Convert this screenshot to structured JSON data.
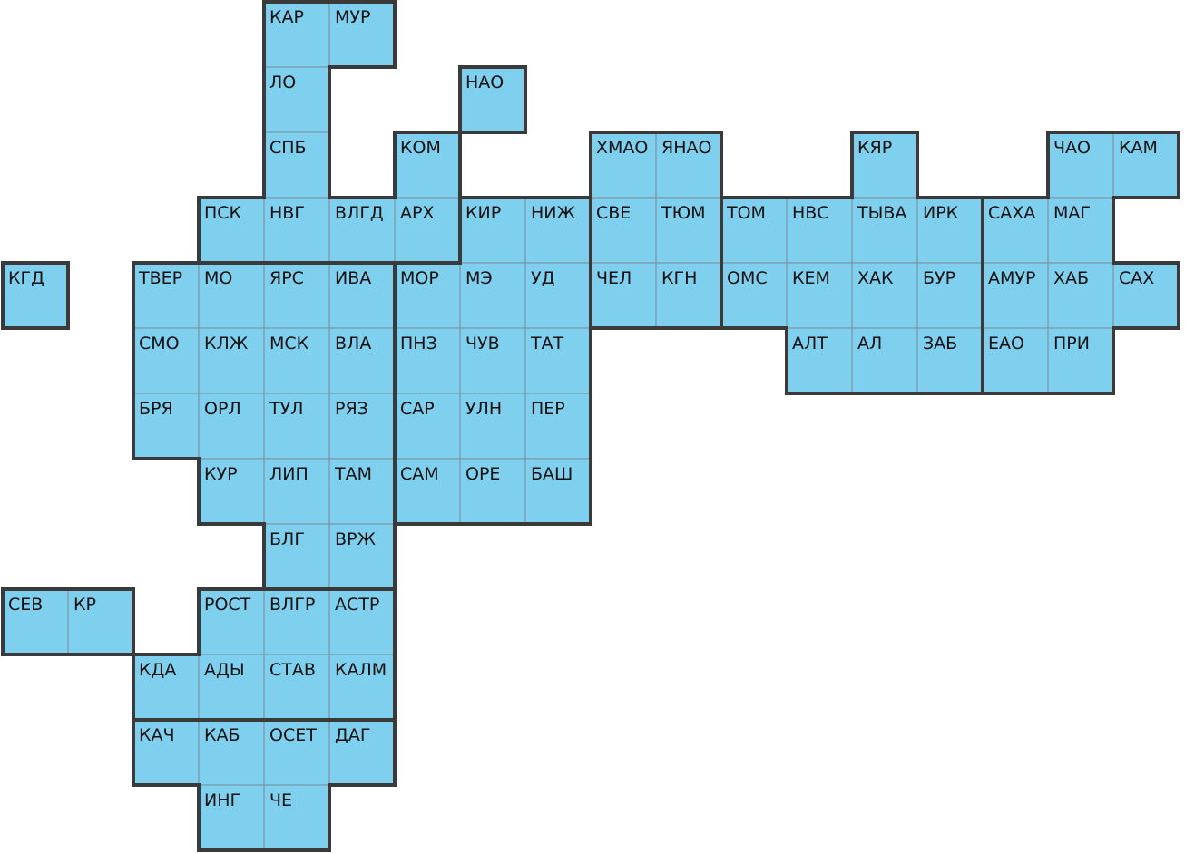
{
  "colors": {
    "cell_fill": "#7fcfee",
    "border": "#3a3a3a",
    "background": "#ffffff"
  },
  "regions": [
    {
      "code": "КАР",
      "col": 4,
      "row": 0,
      "group": "nw"
    },
    {
      "code": "МУР",
      "col": 5,
      "row": 0,
      "group": "nw"
    },
    {
      "code": "ЛО",
      "col": 4,
      "row": 1,
      "group": "nw"
    },
    {
      "code": "НАО",
      "col": 7,
      "row": 1,
      "group": "nw"
    },
    {
      "code": "СПБ",
      "col": 4,
      "row": 2,
      "group": "nw"
    },
    {
      "code": "КОМ",
      "col": 6,
      "row": 2,
      "group": "nw"
    },
    {
      "code": "ХМАО",
      "col": 9,
      "row": 2,
      "group": "ural"
    },
    {
      "code": "ЯНАО",
      "col": 10,
      "row": 2,
      "group": "ural"
    },
    {
      "code": "КЯР",
      "col": 13,
      "row": 2,
      "group": "sib"
    },
    {
      "code": "ЧАО",
      "col": 16,
      "row": 2,
      "group": "fe"
    },
    {
      "code": "КАМ",
      "col": 17,
      "row": 2,
      "group": "fe"
    },
    {
      "code": "ПСК",
      "col": 3,
      "row": 3,
      "group": "nw"
    },
    {
      "code": "НВГ",
      "col": 4,
      "row": 3,
      "group": "nw"
    },
    {
      "code": "ВЛГД",
      "col": 5,
      "row": 3,
      "group": "nw"
    },
    {
      "code": "АРХ",
      "col": 6,
      "row": 3,
      "group": "nw"
    },
    {
      "code": "КИР",
      "col": 7,
      "row": 3,
      "group": "volga"
    },
    {
      "code": "НИЖ",
      "col": 8,
      "row": 3,
      "group": "volga"
    },
    {
      "code": "СВЕ",
      "col": 9,
      "row": 3,
      "group": "ural"
    },
    {
      "code": "ТЮМ",
      "col": 10,
      "row": 3,
      "group": "ural"
    },
    {
      "code": "ТОМ",
      "col": 11,
      "row": 3,
      "group": "sib"
    },
    {
      "code": "НВС",
      "col": 12,
      "row": 3,
      "group": "sib"
    },
    {
      "code": "ТЫВА",
      "col": 13,
      "row": 3,
      "group": "sib"
    },
    {
      "code": "ИРК",
      "col": 14,
      "row": 3,
      "group": "sib"
    },
    {
      "code": "САХА",
      "col": 15,
      "row": 3,
      "group": "fe"
    },
    {
      "code": "МАГ",
      "col": 16,
      "row": 3,
      "group": "fe"
    },
    {
      "code": "КГД",
      "col": 0,
      "row": 4,
      "group": "kgd"
    },
    {
      "code": "ТВЕР",
      "col": 2,
      "row": 4,
      "group": "central"
    },
    {
      "code": "МО",
      "col": 3,
      "row": 4,
      "group": "central"
    },
    {
      "code": "ЯРС",
      "col": 4,
      "row": 4,
      "group": "central"
    },
    {
      "code": "ИВА",
      "col": 5,
      "row": 4,
      "group": "central"
    },
    {
      "code": "МОР",
      "col": 6,
      "row": 4,
      "group": "volga"
    },
    {
      "code": "МЭ",
      "col": 7,
      "row": 4,
      "group": "volga"
    },
    {
      "code": "УД",
      "col": 8,
      "row": 4,
      "group": "volga"
    },
    {
      "code": "ЧЕЛ",
      "col": 9,
      "row": 4,
      "group": "ural"
    },
    {
      "code": "КГН",
      "col": 10,
      "row": 4,
      "group": "ural"
    },
    {
      "code": "ОМС",
      "col": 11,
      "row": 4,
      "group": "sib"
    },
    {
      "code": "КЕМ",
      "col": 12,
      "row": 4,
      "group": "sib"
    },
    {
      "code": "ХАК",
      "col": 13,
      "row": 4,
      "group": "sib"
    },
    {
      "code": "БУР",
      "col": 14,
      "row": 4,
      "group": "sib"
    },
    {
      "code": "АМУР",
      "col": 15,
      "row": 4,
      "group": "fe"
    },
    {
      "code": "ХАБ",
      "col": 16,
      "row": 4,
      "group": "fe"
    },
    {
      "code": "САХ",
      "col": 17,
      "row": 4,
      "group": "fe"
    },
    {
      "code": "СМО",
      "col": 2,
      "row": 5,
      "group": "central"
    },
    {
      "code": "КЛЖ",
      "col": 3,
      "row": 5,
      "group": "central"
    },
    {
      "code": "МСК",
      "col": 4,
      "row": 5,
      "group": "central"
    },
    {
      "code": "ВЛА",
      "col": 5,
      "row": 5,
      "group": "central"
    },
    {
      "code": "ПНЗ",
      "col": 6,
      "row": 5,
      "group": "volga"
    },
    {
      "code": "ЧУВ",
      "col": 7,
      "row": 5,
      "group": "volga"
    },
    {
      "code": "ТАТ",
      "col": 8,
      "row": 5,
      "group": "volga"
    },
    {
      "code": "АЛТ",
      "col": 12,
      "row": 5,
      "group": "sib"
    },
    {
      "code": "АЛ",
      "col": 13,
      "row": 5,
      "group": "sib"
    },
    {
      "code": "ЗАБ",
      "col": 14,
      "row": 5,
      "group": "sib"
    },
    {
      "code": "ЕАО",
      "col": 15,
      "row": 5,
      "group": "fe"
    },
    {
      "code": "ПРИ",
      "col": 16,
      "row": 5,
      "group": "fe"
    },
    {
      "code": "БРЯ",
      "col": 2,
      "row": 6,
      "group": "central"
    },
    {
      "code": "ОРЛ",
      "col": 3,
      "row": 6,
      "group": "central"
    },
    {
      "code": "ТУЛ",
      "col": 4,
      "row": 6,
      "group": "central"
    },
    {
      "code": "РЯЗ",
      "col": 5,
      "row": 6,
      "group": "central"
    },
    {
      "code": "САР",
      "col": 6,
      "row": 6,
      "group": "volga"
    },
    {
      "code": "УЛН",
      "col": 7,
      "row": 6,
      "group": "volga"
    },
    {
      "code": "ПЕР",
      "col": 8,
      "row": 6,
      "group": "volga"
    },
    {
      "code": "КУР",
      "col": 3,
      "row": 7,
      "group": "central"
    },
    {
      "code": "ЛИП",
      "col": 4,
      "row": 7,
      "group": "central"
    },
    {
      "code": "ТАМ",
      "col": 5,
      "row": 7,
      "group": "central"
    },
    {
      "code": "САМ",
      "col": 6,
      "row": 7,
      "group": "volga"
    },
    {
      "code": "ОРЕ",
      "col": 7,
      "row": 7,
      "group": "volga"
    },
    {
      "code": "БАШ",
      "col": 8,
      "row": 7,
      "group": "volga"
    },
    {
      "code": "БЛГ",
      "col": 4,
      "row": 8,
      "group": "central"
    },
    {
      "code": "ВРЖ",
      "col": 5,
      "row": 8,
      "group": "central"
    },
    {
      "code": "СЕВ",
      "col": 0,
      "row": 9,
      "group": "crimea"
    },
    {
      "code": "КР",
      "col": 1,
      "row": 9,
      "group": "crimea"
    },
    {
      "code": "РОСТ",
      "col": 3,
      "row": 9,
      "group": "south"
    },
    {
      "code": "ВЛГР",
      "col": 4,
      "row": 9,
      "group": "south"
    },
    {
      "code": "АСТР",
      "col": 5,
      "row": 9,
      "group": "south"
    },
    {
      "code": "КДА",
      "col": 2,
      "row": 10,
      "group": "south"
    },
    {
      "code": "АДЫ",
      "col": 3,
      "row": 10,
      "group": "south"
    },
    {
      "code": "СТАВ",
      "col": 4,
      "row": 10,
      "group": "south"
    },
    {
      "code": "КАЛМ",
      "col": 5,
      "row": 10,
      "group": "south"
    },
    {
      "code": "КАЧ",
      "col": 2,
      "row": 11,
      "group": "ncauc"
    },
    {
      "code": "КАБ",
      "col": 3,
      "row": 11,
      "group": "ncauc"
    },
    {
      "code": "ОСЕТ",
      "col": 4,
      "row": 11,
      "group": "ncauc"
    },
    {
      "code": "ДАГ",
      "col": 5,
      "row": 11,
      "group": "ncauc"
    },
    {
      "code": "ИНГ",
      "col": 3,
      "row": 12,
      "group": "ncauc"
    },
    {
      "code": "ЧЕ",
      "col": 4,
      "row": 12,
      "group": "ncauc"
    }
  ]
}
